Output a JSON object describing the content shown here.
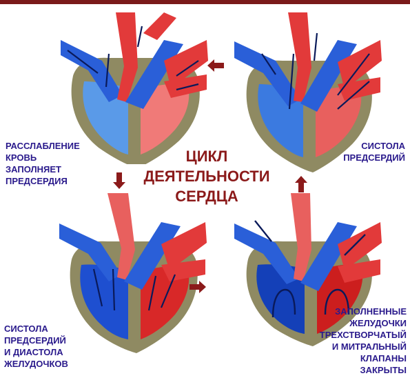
{
  "colors": {
    "top_bar": "#7a1a1a",
    "title": "#8b1a1a",
    "label": "#2a1a8c",
    "blood_blue": "#2a5fd8",
    "blood_blue_light": "#5a9ae8",
    "blood_red": "#e23a3a",
    "blood_red_light": "#f07a78",
    "wall": "#8f8a62",
    "arrow": "#8b1a1a"
  },
  "title": "ЦИКЛ\nДЕЯТЕЛЬНОСТИ\nСЕРДЦА",
  "labels": {
    "top_left": "РАССЛАБЛЕНИЕ\nКРОВЬ\nЗАПОЛНЯЕТ\nПРЕДСЕРДИЯ",
    "top_right": "СИСТОЛА\nПРЕДСЕРДИЙ",
    "bottom_left": "СИСТОЛА\nПРЕДСЕРДИЙ\nИ ДИАСТОЛА\nЖЕЛУДОЧКОВ",
    "bottom_right": "ЗАПОЛНЕННЫЕ\nЖЕЛУДОЧКИ\nТРЕХСТВОРЧАТЫЙ\nИ МИТРАЛЬНЫЙ\nКЛАПАНЫ\nЗАКРЫТЫ"
  },
  "cycle_arrows": [
    "left",
    "down",
    "right",
    "up"
  ]
}
